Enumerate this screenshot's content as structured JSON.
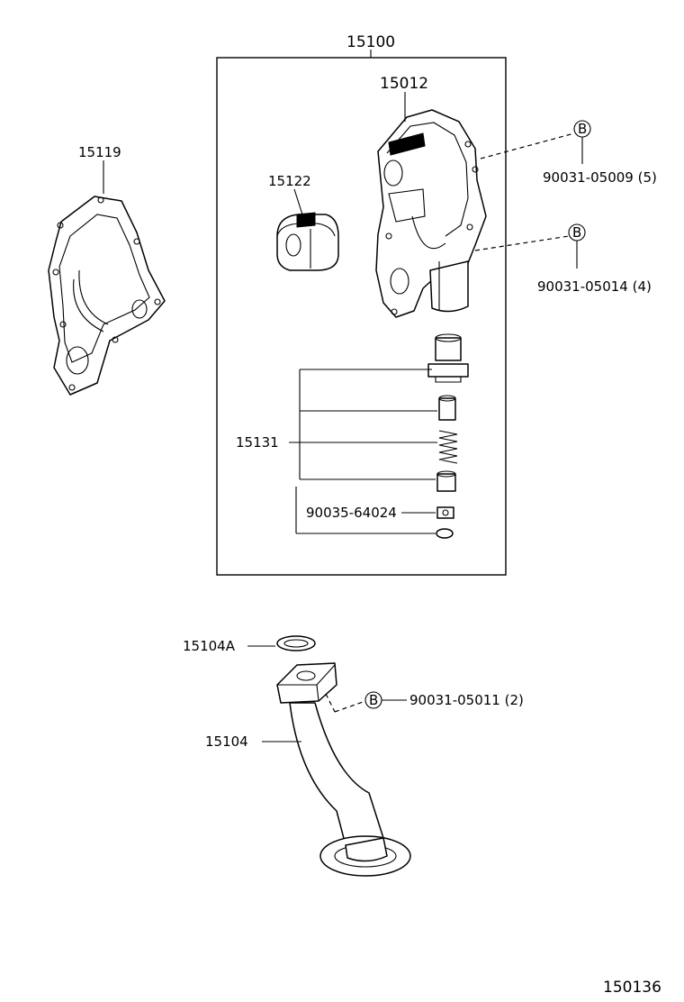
{
  "callouts": {
    "assembly": "15100",
    "body": "15012",
    "gasket": "15119",
    "rotor": "15122",
    "relief_valve": "15131",
    "bolt_b1": "90031-05009 (5)",
    "bolt_b2": "90031-05014 (4)",
    "plug": "90035-64024",
    "strainer_gasket": "15104A",
    "strainer": "15104",
    "bolt_b3": "90031-05011 (2)",
    "marker": "B",
    "drawing_no": "150136"
  }
}
